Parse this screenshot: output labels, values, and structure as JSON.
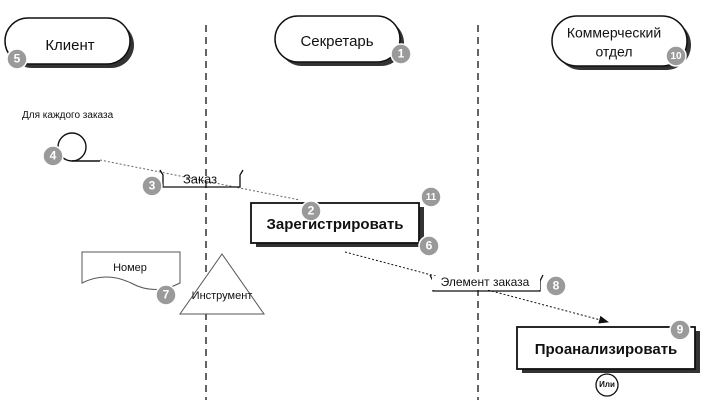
{
  "roles": {
    "client": "Клиент",
    "secretary": "Секретарь",
    "commercial_line1": "Коммерческий",
    "commercial_line2": "отдел"
  },
  "annotation_each_order": "Для каждого заказа",
  "flows": {
    "order": "Заказ",
    "order_item": "Элемент заказа"
  },
  "activities": {
    "register": "Зарегистрировать",
    "analyze": "Проанализировать"
  },
  "objects": {
    "number": "Номер",
    "tool": "Инструмент"
  },
  "connector": "Или",
  "badges": {
    "b1": "1",
    "b2": "2",
    "b3": "3",
    "b4": "4",
    "b5": "5",
    "b6": "6",
    "b7": "7",
    "b8": "8",
    "b9": "9",
    "b10": "10",
    "b11": "11"
  },
  "colors": {
    "badge_fill": "#9a9a9a",
    "badge_stroke": "#ffffff",
    "shadow": "#333333",
    "line": "#111111",
    "flow_line": "#666666"
  }
}
